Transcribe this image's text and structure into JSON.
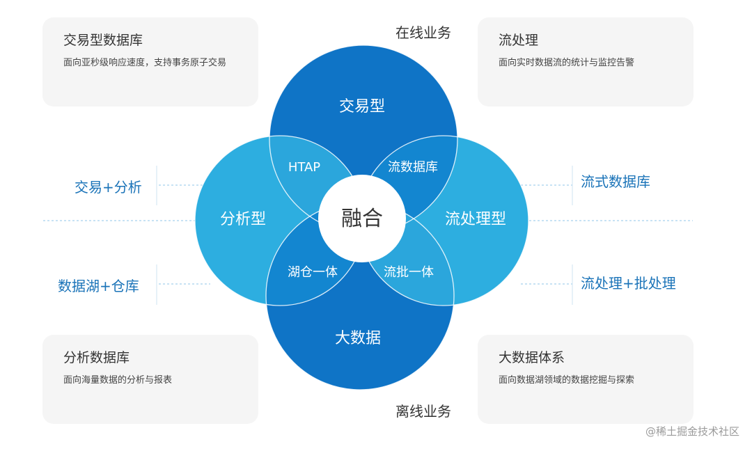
{
  "labels": {
    "online": "在线业务",
    "offline": "离线业务",
    "ta": "交易+分析",
    "lakehouse": "数据湖+仓库",
    "streamdb": "流式数据库",
    "streambatch": "流处理+批处理"
  },
  "circles": {
    "top": "交易型",
    "left": "分析型",
    "right": "流处理型",
    "bottom": "大数据",
    "center": "融合"
  },
  "overlaps": {
    "htap": "HTAP",
    "streamdb": "流数据库",
    "lakehouse": "湖仓一体",
    "streambatch": "流批一体"
  },
  "cards": {
    "tl": {
      "title": "交易型数据库",
      "desc": "面向亚秒级响应速度，支持事务原子交易"
    },
    "tr": {
      "title": "流处理",
      "desc": "面向实时数据流的统计与监控告警"
    },
    "bl": {
      "title": "分析数据库",
      "desc": "面向海量数据的分析与报表"
    },
    "br": {
      "title": "大数据体系",
      "desc": "面向数据湖领域的数据挖掘与探索"
    }
  },
  "watermark": "@稀土掘金技术社区",
  "colors": {
    "dark": "#0f74c6",
    "light": "#2daee0",
    "side_text": "#1a73b8"
  }
}
